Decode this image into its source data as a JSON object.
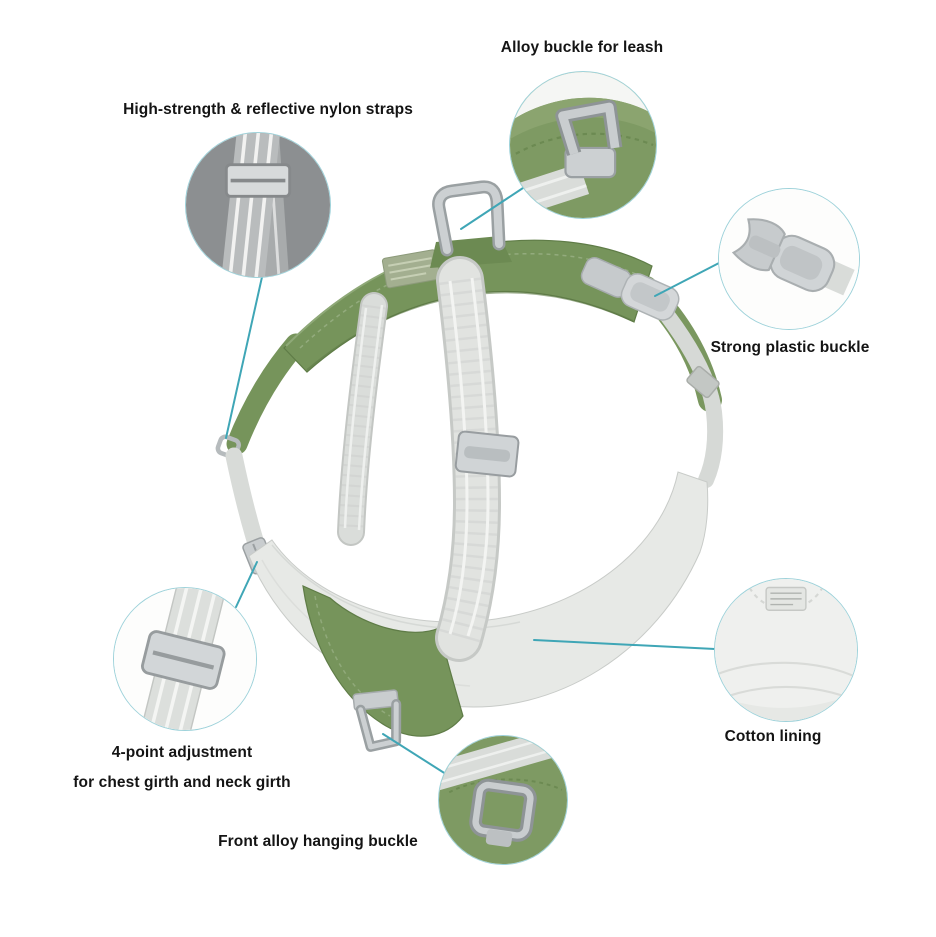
{
  "page": {
    "background": "#ffffff"
  },
  "colors": {
    "accent": "#3fa6b6",
    "circle_ring": "#9ed2da",
    "harness_green": "#76945b",
    "harness_green_dark": "#5f7c47",
    "strap_light": "#e1e3e0",
    "metal_silver": "#c6cacc",
    "detail_dark_bg": "#8c8f91",
    "text": "#141414"
  },
  "callouts": {
    "alloy_buckle": {
      "label": "Alloy buckle for leash"
    },
    "nylon_straps": {
      "label": "High-strength & reflective nylon straps"
    },
    "plastic_buckle": {
      "label": "Strong plastic buckle"
    },
    "cotton_lining": {
      "label": "Cotton lining"
    },
    "four_point_adjustment": {
      "label_line1": "4-point adjustment",
      "label_line2": "for chest girth and neck girth"
    },
    "front_buckle": {
      "label": "Front alloy hanging buckle"
    }
  }
}
